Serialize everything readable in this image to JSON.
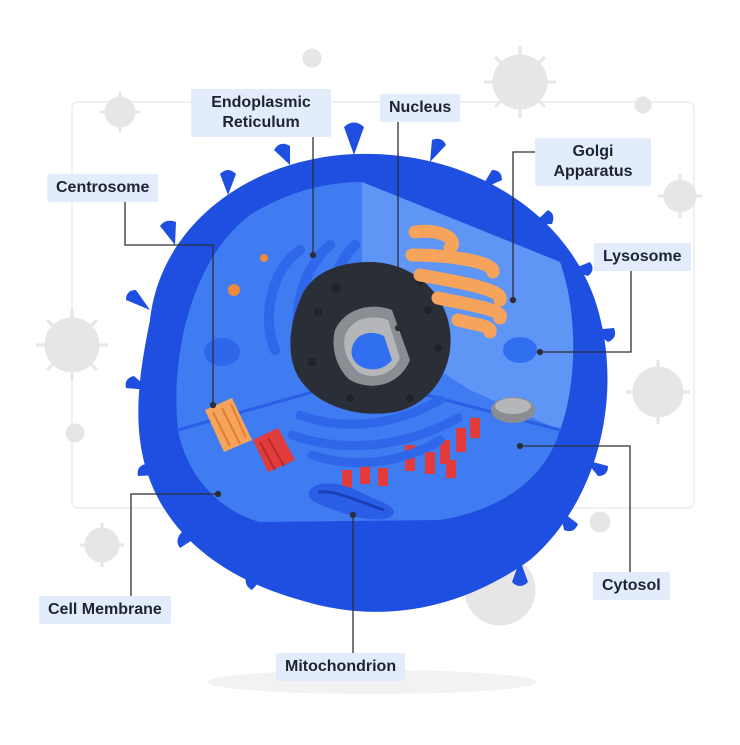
{
  "labels": {
    "endoplasmic_reticulum": "Endoplasmic\nReticulum",
    "nucleus": "Nucleus",
    "golgi_apparatus": "Golgi\nApparatus",
    "centrosome": "Centrosome",
    "lysosome": "Lysosome",
    "cytosol": "Cytosol",
    "cell_membrane": "Cell Membrane",
    "mitochondrion": "Mitochondrion"
  },
  "colors": {
    "membrane": "#1f4fe0",
    "cytoplasm": "#3f7cf2",
    "cytoplasm_light": "#6aa0f7",
    "nucleus": "#2a2e36",
    "golgi": "#f6a35c",
    "ribosome": "#e23b3b",
    "label_bg": "#e3ecfb",
    "leader_line": "#2b2f38",
    "virus_bg": "#e8e8e8"
  }
}
